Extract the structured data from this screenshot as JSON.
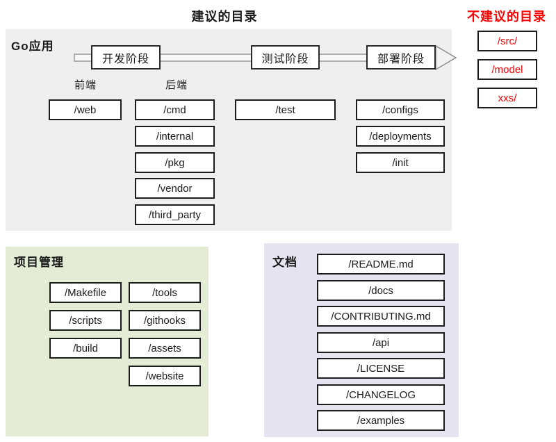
{
  "page_title": "建议的目录",
  "bad": {
    "title": "不建议的目录",
    "items": [
      "/src/",
      "/model",
      "xxs/"
    ]
  },
  "go_app": {
    "label": "Go应用",
    "stage1": "开发阶段",
    "stage2": "测试阶段",
    "stage3": "部署阶段",
    "frontend_label": "前端",
    "backend_label": "后端",
    "frontend_items": [
      "/web"
    ],
    "backend_items": [
      "/cmd",
      "/internal",
      "/pkg",
      "/vendor",
      "/third_party"
    ],
    "test_items": [
      "/test"
    ],
    "deploy_items": [
      "/configs",
      "/deployments",
      "/init"
    ]
  },
  "project": {
    "label": "项目管理",
    "col1": [
      "/Makefile",
      "/scripts",
      "/build"
    ],
    "col2": [
      "/tools",
      "/githooks",
      "/assets",
      "/website"
    ]
  },
  "docs": {
    "label": "文档",
    "items": [
      "/README.md",
      "/docs",
      "/CONTRIBUTING.md",
      "/api",
      "/LICENSE",
      "/CHANGELOG",
      "/examples"
    ]
  },
  "colors": {
    "not_recommended_text": "#fa0000",
    "go_panel": "#efefef",
    "project_panel": "#e5ecd6",
    "docs_panel": "#e7e4f1",
    "box_border": "#1c1c1c",
    "arrow_stroke": "#9a9a9a"
  }
}
